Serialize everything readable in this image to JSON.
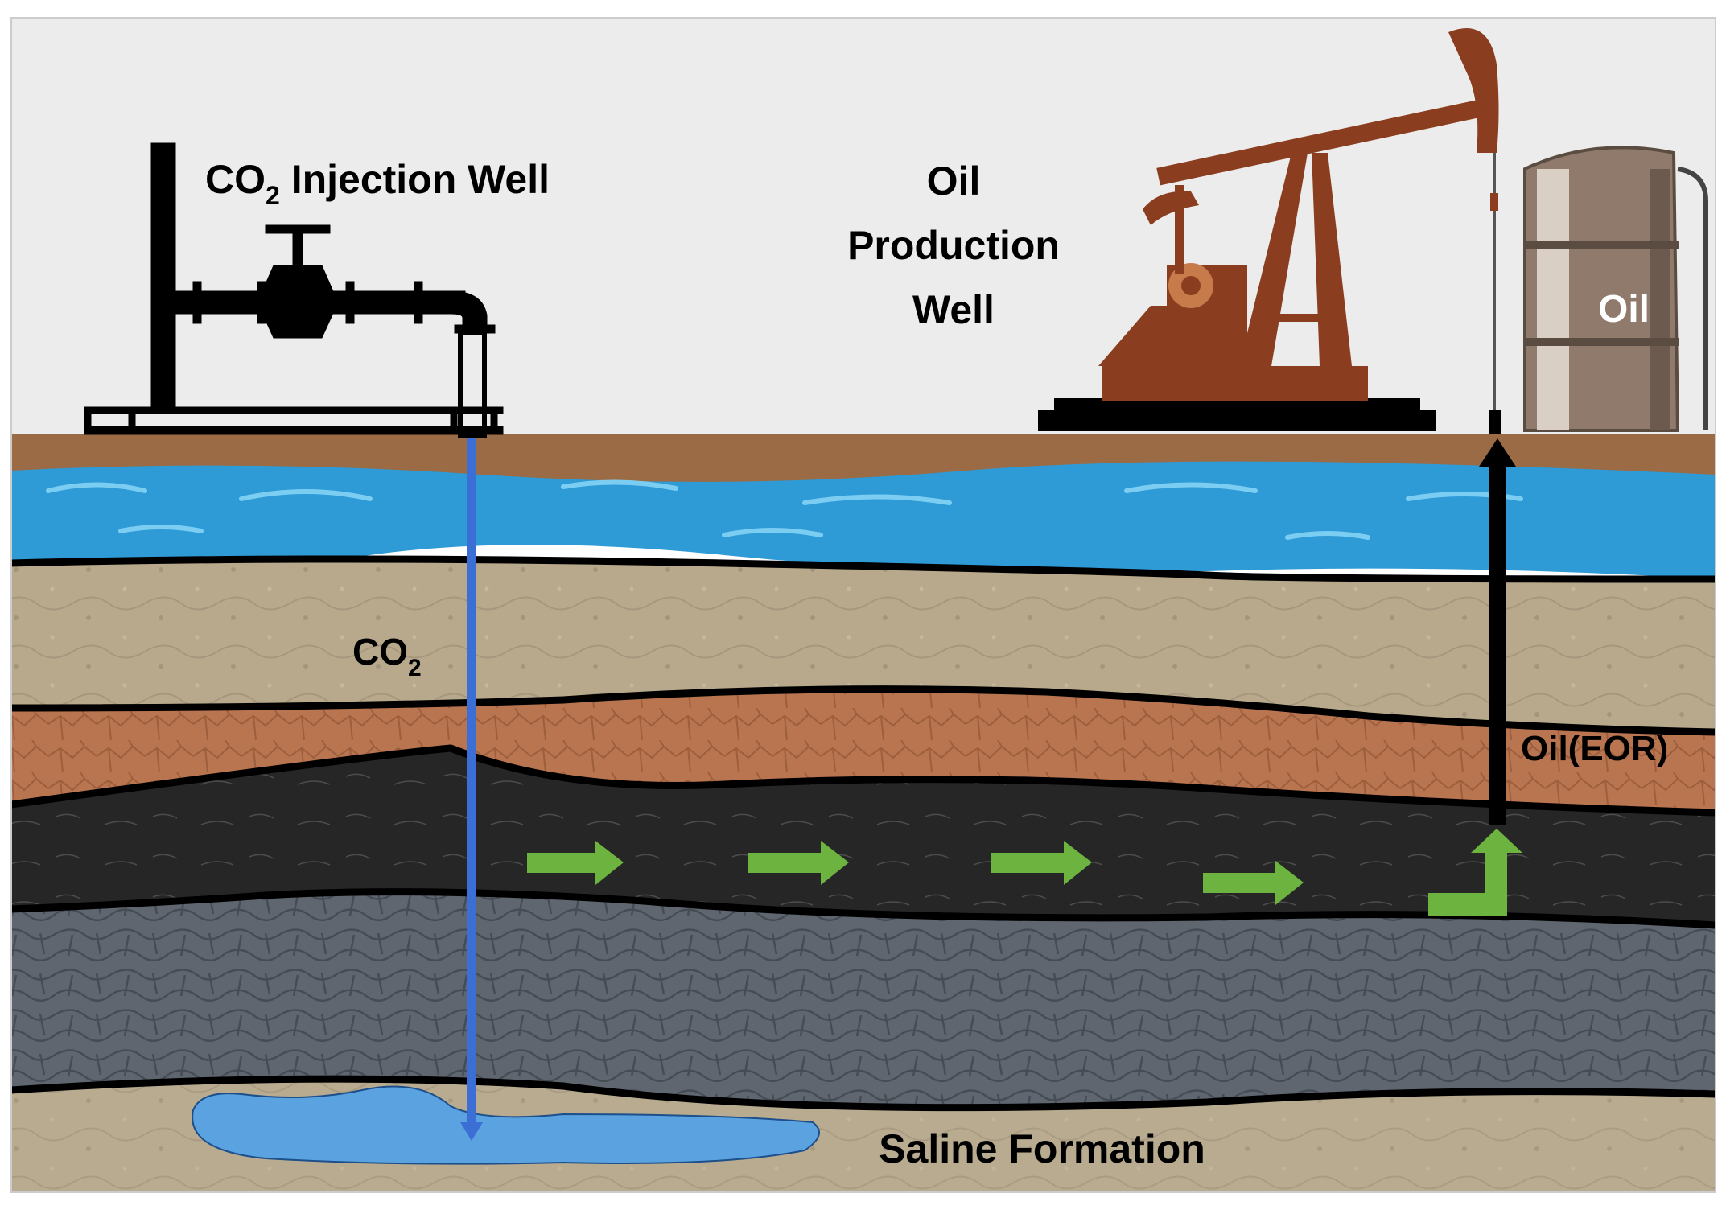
{
  "labels": {
    "injection_well": "CO",
    "injection_well_sub": "2",
    "injection_well_suffix": " Injection Well",
    "production_well_line1": "Oil",
    "production_well_line2": "Production",
    "production_well_line3": "Well",
    "tank": "Oil",
    "co2": "CO",
    "co2_sub": "2",
    "oil_eor": "Oil(EOR)",
    "saline": "Saline Formation"
  },
  "colors": {
    "sky": "#ececec",
    "ground": "#9b6b45",
    "water": "#2e9ad6",
    "water_light": "#7ccdf2",
    "sandstone": "#b9a98c",
    "claystone": "#b9754f",
    "oil_layer": "#262626",
    "shale": "#5f6670",
    "saline_rock": "#b8ab90",
    "co2_pipe": "#3b6fd6",
    "co2_plume": "#5aa2e0",
    "flow_arrow": "#6cb33f",
    "pumpjack": "#8b3e1f",
    "tank": "#8f7a6c"
  }
}
